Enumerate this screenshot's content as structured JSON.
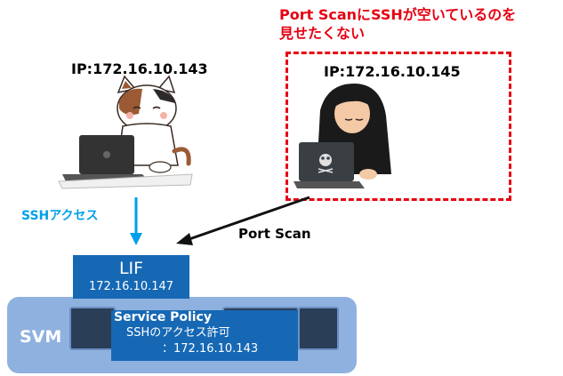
{
  "warning": {
    "line1": "Port ScanにSSHが空いているのを",
    "line2": "見せたくない"
  },
  "user_ip": "IP:172.16.10.143",
  "attacker_ip": "IP:172.16.10.145",
  "ssh_access_label": "SSHアクセス",
  "port_scan_label": "Port Scan",
  "lif": {
    "title": "LIF",
    "ip": "172.16.10.147"
  },
  "svm_label": "SVM",
  "service_policy": {
    "title": "Service Policy",
    "line1": "SSHのアクセス許可",
    "line2": "：172.16.10.143"
  },
  "colors": {
    "warning_red": "#e60012",
    "ssh_blue": "#00a0e9",
    "lif_blue": "#1668b4",
    "svm_blue": "#8fb1df"
  }
}
